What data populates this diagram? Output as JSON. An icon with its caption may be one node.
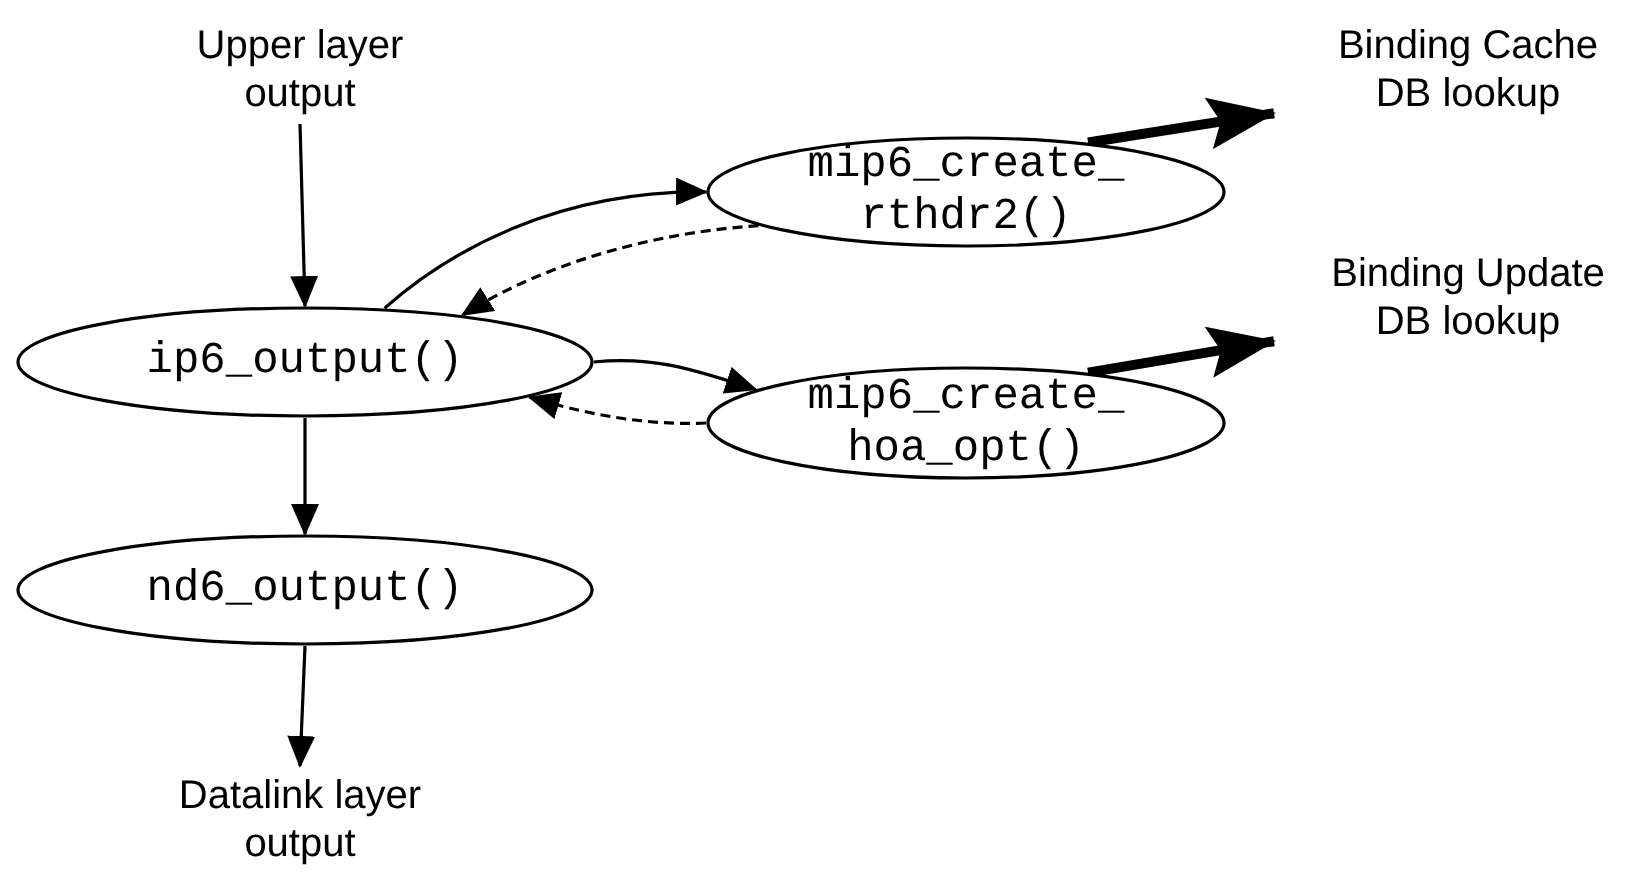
{
  "diagram": {
    "nodes": [
      {
        "text": [
          "Upper layer output"
        ]
      },
      {
        "text": [
          "ip6_output()"
        ]
      },
      {
        "text": [
          "mip6_create_ rthdr2()"
        ]
      },
      {
        "text": [
          "mip6_create_ hoa_opt()"
        ]
      },
      {
        "text": [
          "nd6_output()"
        ]
      },
      {
        "text": [
          "Datalink layer output"
        ]
      },
      {
        "text": [
          "Binding Cache DB lookup"
        ]
      },
      {
        "text": [
          "Binding Update DB lookup"
        ]
      }
    ],
    "edges": [
      {
        "from": 0,
        "to": 1,
        "arrow": "to"
      },
      {
        "from": 1,
        "to": 2,
        "arrow": "to"
      },
      {
        "from": 2,
        "to": 1,
        "arrow": "to",
        "style": "dashed"
      },
      {
        "from": 1,
        "to": 3,
        "arrow": "to"
      },
      {
        "from": 3,
        "to": 1,
        "arrow": "to",
        "style": "dashed"
      },
      {
        "from": 1,
        "to": 4,
        "arrow": "to"
      },
      {
        "from": 4,
        "to": 5,
        "arrow": "to"
      },
      {
        "from": 2,
        "to": 6,
        "arrow": "to",
        "style": "thick"
      },
      {
        "from": 3,
        "to": 7,
        "arrow": "to",
        "style": "thick"
      }
    ]
  }
}
